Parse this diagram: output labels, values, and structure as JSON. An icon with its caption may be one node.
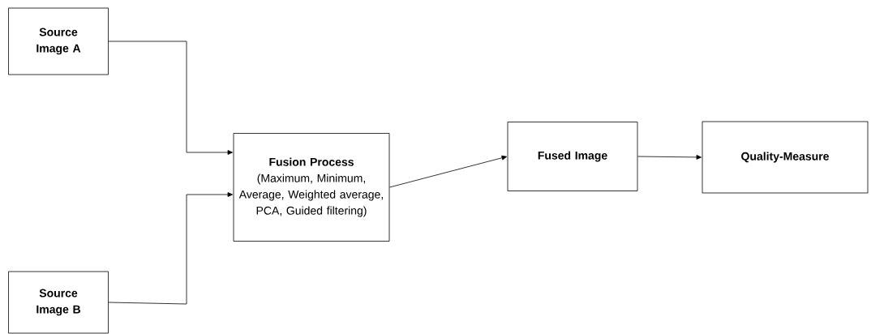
{
  "diagram": {
    "nodes": [
      {
        "text": [
          "Source Image A"
        ]
      },
      {
        "text": [
          "Source Image B"
        ]
      },
      {
        "text": [
          "Fusion Process",
          "(Maximum, Minimum, Average, Weighted average, PCA, Guided filtering)"
        ]
      },
      {
        "text": [
          "Fused Image"
        ]
      },
      {
        "text": [
          "Quality-Measure"
        ]
      }
    ],
    "edges": [
      {
        "from": 0,
        "to": 2,
        "arrow": "to"
      },
      {
        "from": 1,
        "to": 2,
        "arrow": "to"
      },
      {
        "from": 2,
        "to": 3,
        "arrow": "to"
      },
      {
        "from": 3,
        "to": 4,
        "arrow": "to"
      }
    ]
  }
}
